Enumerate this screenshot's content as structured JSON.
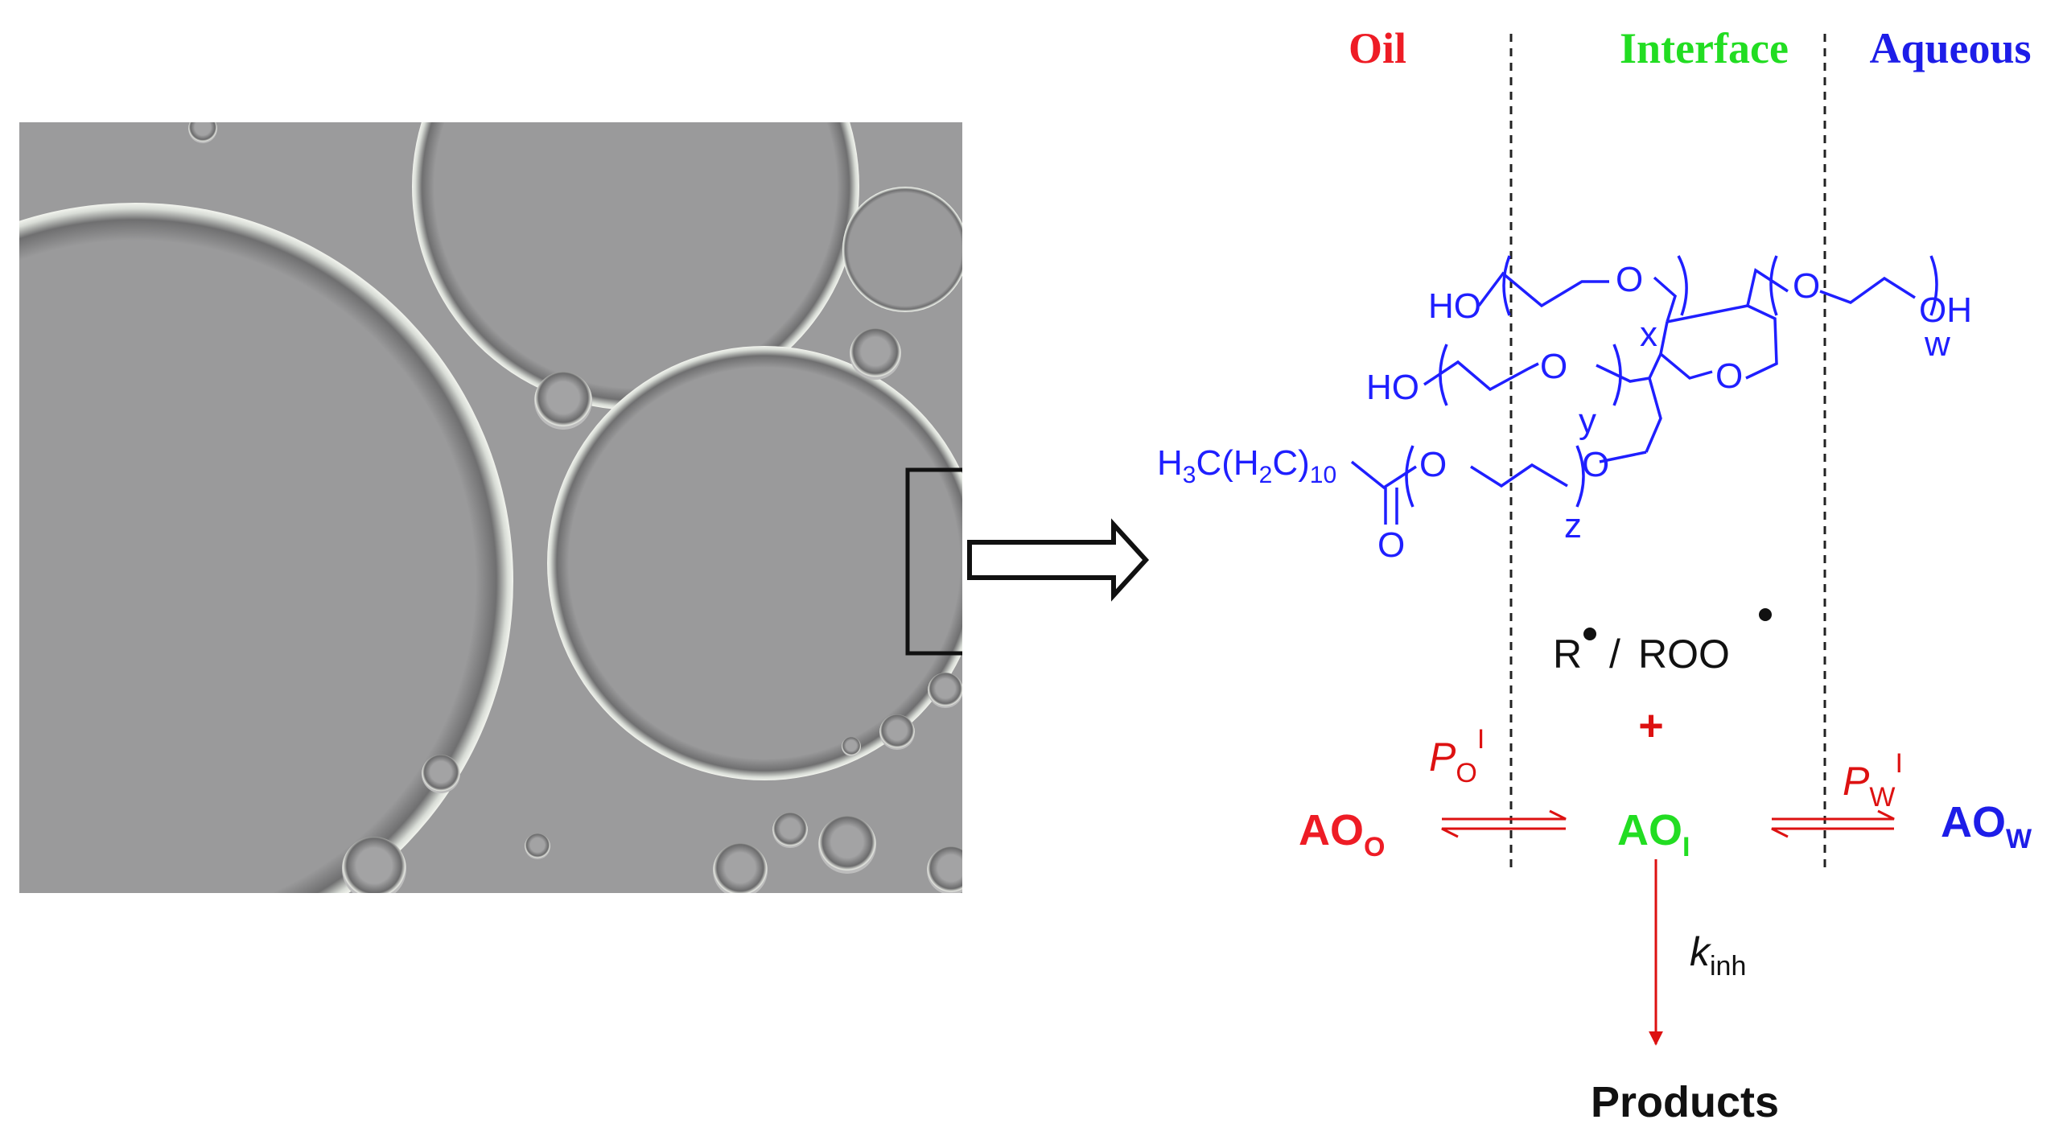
{
  "regions": {
    "oil": "Oil",
    "interface": "Interface",
    "aqueous": "Aqueous"
  },
  "colors": {
    "oil": "#ee1c25",
    "interface": "#22dd22",
    "aqueous": "#1d1de8",
    "molecule": "#1f1fff",
    "arrows": "#dd1111",
    "text": "#111111",
    "micrograph_background": "#9b9b9c"
  },
  "molecule": {
    "tail": "H3C(H2C)10",
    "tail_main": "H",
    "tail_sub3": "3",
    "tail_mid1": "C(H",
    "tail_sub2": "2",
    "tail_mid2": "C)",
    "tail_sub10": "10",
    "ho_top": "HO",
    "ho_mid": "HO",
    "oh_right": "OH",
    "oxygen": "O",
    "index_w": "w",
    "index_x": "x",
    "index_y": "y",
    "index_z": "z"
  },
  "radicals": {
    "r": "R",
    "separator": "/",
    "roo": "ROO",
    "plus": "+"
  },
  "species": {
    "ao_oil_main": "AO",
    "ao_oil_sub": "O",
    "ao_interface_main": "AO",
    "ao_interface_sub": "I",
    "ao_water_main": "AO",
    "ao_water_sub": "W"
  },
  "partition": {
    "po_symbol": "P",
    "po_sub": "O",
    "po_sup": "I",
    "pw_symbol": "P",
    "pw_sub": "W",
    "pw_sup": "I"
  },
  "reaction": {
    "k_symbol": "k",
    "k_sub": "inh",
    "products": "Products"
  },
  "icons": {
    "zoom_arrow": "hollow-right-arrow-icon",
    "radical_dot": "bullet-dot"
  }
}
